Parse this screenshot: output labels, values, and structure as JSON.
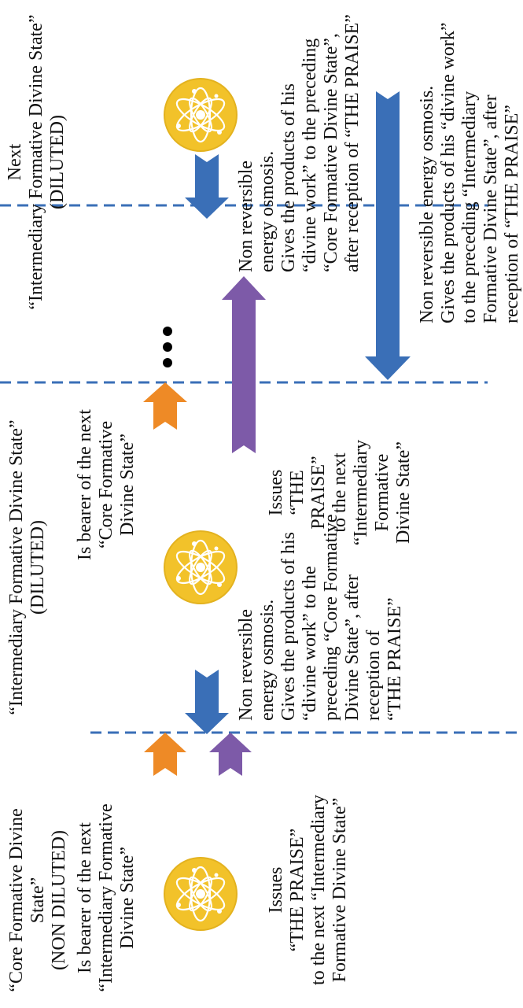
{
  "colors": {
    "down_arrow": "#3a6fb7",
    "orange_arrow": "#ee8a26",
    "purple_arrow": "#7d5aa8",
    "divider": "#3a6fb7",
    "atom_fill": "#f2c22a",
    "atom_lines": "#ffffff",
    "text": "#111111"
  },
  "icons": {
    "atom": "atom-icon",
    "ellipsis": "ellipsis-icon"
  },
  "core_state": {
    "title": "“Core Formative Divine State”\n(NON DILUTED)",
    "bearer_text": "Is bearer of the next\n“Intermediary Formative\nDivine State”",
    "issues_text": "Issues\n“THE PRAISE”\nto the next “Intermediary\nFormative Divine State”"
  },
  "first_osmosis_text": "Non reversible\nenergy osmosis.\nGives the products of his\n“divine work” to the\npreceding “Core Formative\nDivine State”, after\nreception of\n“THE PRAISE”",
  "intermediary_state": {
    "title": "“Intermediary Formative Divine State”\n(DILUTED)",
    "bearer_text": "Is bearer of the next\n“Core Formative\nDivine State”",
    "issues_text": "Issues\n“THE PRAISE”\nto the next\n“Intermediary\nFormative\nDivine State”"
  },
  "next_state": {
    "title": "Next\n“Intermediary Formative Divine State”\n(DILUTED)",
    "osmosis_text": "Non reversible\nenergy osmosis.\nGives the products of his\n“divine work” to the preceding\n“Core Formative Divine State”,\nafter reception of “THE PRAISE”"
  },
  "final_osmosis_text": "Non reversible energy osmosis.\nGives the products of his “divine work”\nto the preceding “Intermediary\nFormative Divine State”, after\nreception of “THE PRAISE”"
}
